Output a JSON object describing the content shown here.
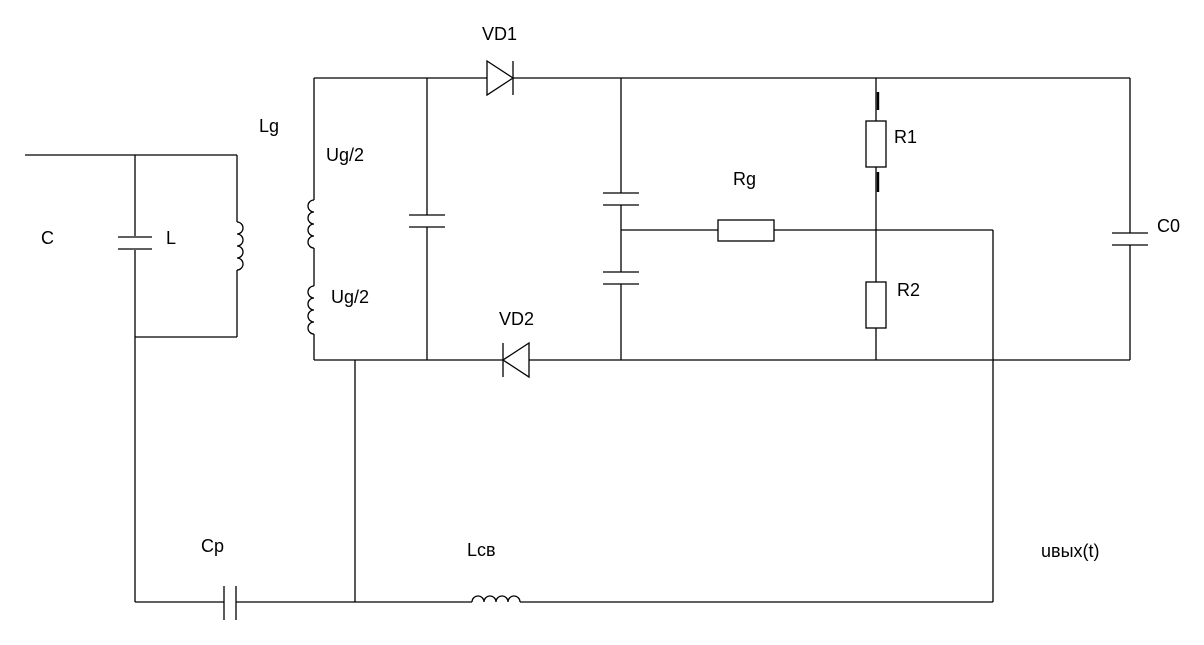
{
  "diagram": {
    "type": "electronic circuit schematic",
    "labels": {
      "vd1": "VD1",
      "vd2": "VD2",
      "lg": "Lg",
      "ug_top": "Ug/2",
      "ug_bottom": "Ug/2",
      "c": "C",
      "l": "L",
      "rg": "Rg",
      "r1": "R1",
      "r2": "R2",
      "c0": "C0",
      "cp": "Cp",
      "lcb": "Lсв",
      "uout": "uвых(t)"
    }
  }
}
